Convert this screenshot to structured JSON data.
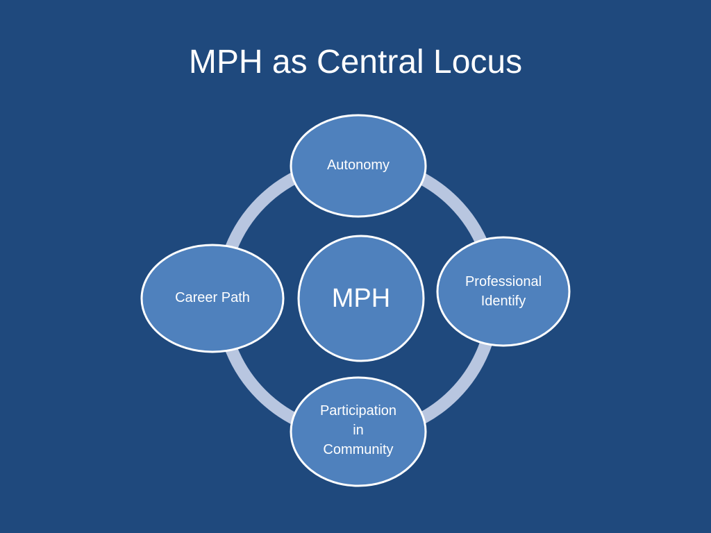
{
  "title": "MPH as Central Locus",
  "diagram": {
    "center": "MPH",
    "nodes": [
      {
        "label": "Autonomy"
      },
      {
        "label": "Professional\nIdentify"
      },
      {
        "label": "Participation\nin\nCommunity"
      },
      {
        "label": "Career Path"
      }
    ]
  },
  "colors": {
    "background": "#1f497d",
    "node_fill": "#4f81bd",
    "node_stroke": "#ffffff",
    "ring": "#b8c6e0"
  }
}
